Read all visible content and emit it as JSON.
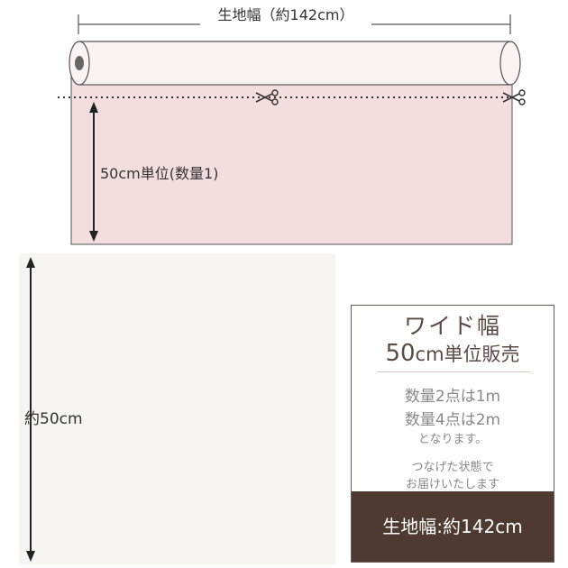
{
  "diagram": {
    "width_label": "生地幅（約142cm）",
    "height_label": "50cm単位(数量1)"
  },
  "swatch": {
    "height_label": "約50cm"
  },
  "info": {
    "title": "ワイド幅",
    "subtitle_number": "50",
    "subtitle_rest": "cm単位販売",
    "line1": "数量2点は1m",
    "line2": "数量4点は2m",
    "line3": "となります。",
    "line4": "つなげた状態で",
    "line5": "お届けいたします",
    "footer": "生地幅:約142cm"
  },
  "colors": {
    "fabric_pink": "#f3dddf",
    "roll_light": "#faf2f3",
    "footer_brown": "#4e3a31"
  }
}
